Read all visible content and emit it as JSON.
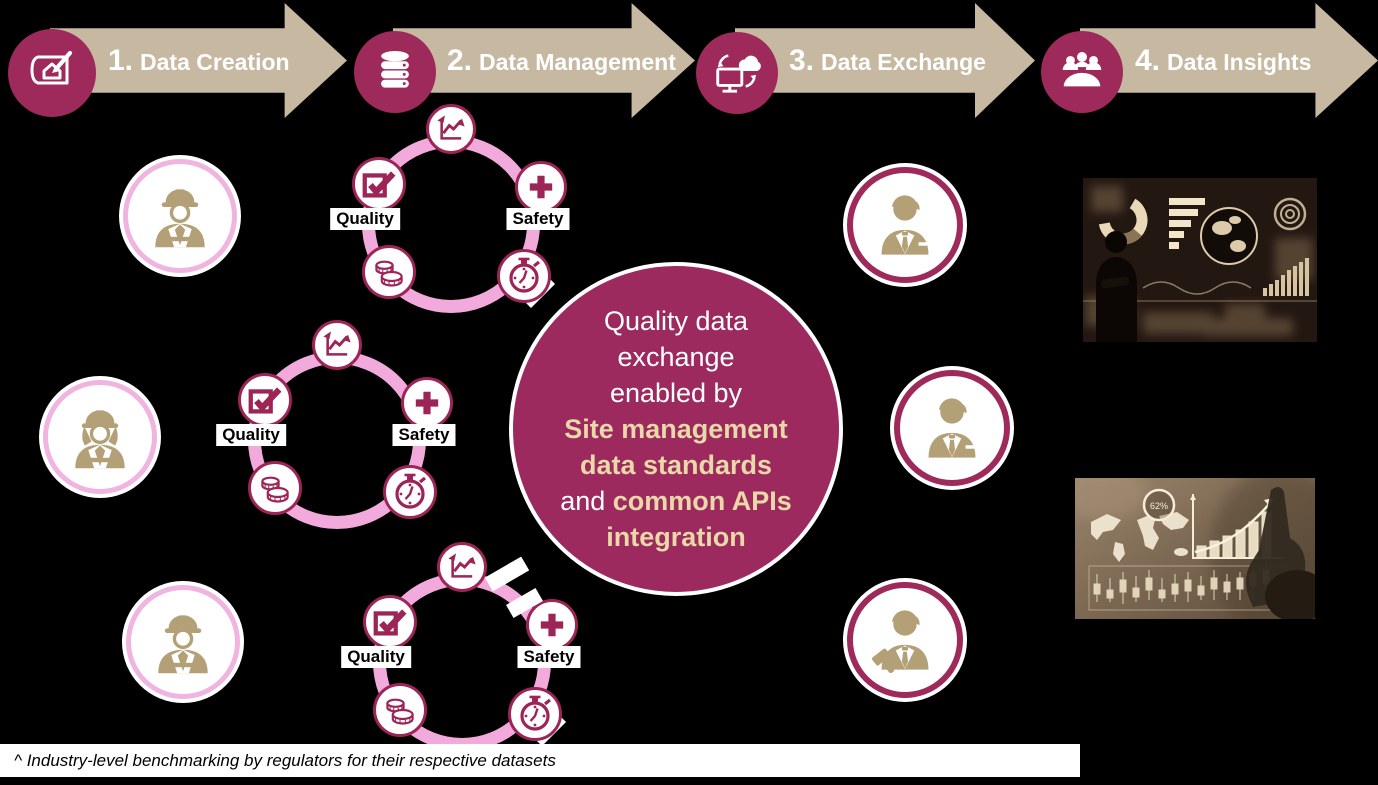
{
  "banner": {
    "arrow_color": "#c6b8a1",
    "circle_color": "#9d2a5a",
    "steps": [
      {
        "num": "1.",
        "label": "Data Creation",
        "icon": "blueprint-house-icon"
      },
      {
        "num": "2.",
        "label": "Data Management",
        "icon": "database-icon"
      },
      {
        "num": "3.",
        "label": "Data Exchange",
        "icon": "cloud-sync-icon"
      },
      {
        "num": "4.",
        "label": "Data Insights",
        "icon": "meeting-people-icon"
      }
    ]
  },
  "cycle": {
    "ring_color": "#f1aadb",
    "quality_label": "Quality",
    "safety_label": "Safety",
    "icons": [
      "trend-chart-icon",
      "checkbox-icon",
      "medical-plus-icon",
      "coins-icon",
      "stopwatch-icon"
    ]
  },
  "center_circle": {
    "bg_color": "#9c2a5e",
    "highlight_color": "#ead9a8",
    "line1": "Quality data",
    "line2": "exchange",
    "line3": "enabled by",
    "line4": "Site management",
    "line5": "data standards",
    "line6_prefix": "and ",
    "line6_bold": "common APIs",
    "line7": "integration"
  },
  "people": {
    "worker_color": "#b3a077",
    "left_icons": [
      "male-construction-worker-icon",
      "female-construction-worker-icon",
      "male-construction-worker-icon"
    ],
    "right_icons": [
      "businessman-icon",
      "businessman-icon",
      "regulator-gavel-icon"
    ]
  },
  "images": [
    {
      "name": "analytics-dashboard-photo"
    },
    {
      "name": "growth-charts-photo",
      "gauge_value": "62%"
    }
  ],
  "footnote": "^ Industry-level benchmarking by regulators for their respective datasets"
}
